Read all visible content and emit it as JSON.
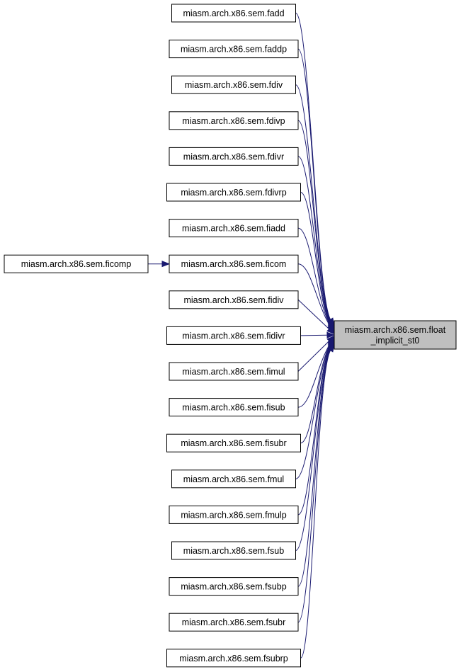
{
  "diagram": {
    "target": {
      "label_line1": "miasm.arch.x86.sem.float",
      "label_line2": "_implicit_st0"
    },
    "callers": [
      "miasm.arch.x86.sem.fadd",
      "miasm.arch.x86.sem.faddp",
      "miasm.arch.x86.sem.fdiv",
      "miasm.arch.x86.sem.fdivp",
      "miasm.arch.x86.sem.fdivr",
      "miasm.arch.x86.sem.fdivrp",
      "miasm.arch.x86.sem.fiadd",
      "miasm.arch.x86.sem.ficom",
      "miasm.arch.x86.sem.fidiv",
      "miasm.arch.x86.sem.fidivr",
      "miasm.arch.x86.sem.fimul",
      "miasm.arch.x86.sem.fisub",
      "miasm.arch.x86.sem.fisubr",
      "miasm.arch.x86.sem.fmul",
      "miasm.arch.x86.sem.fmulp",
      "miasm.arch.x86.sem.fsub",
      "miasm.arch.x86.sem.fsubp",
      "miasm.arch.x86.sem.fsubr",
      "miasm.arch.x86.sem.fsubrp"
    ],
    "secondary": {
      "label": "miasm.arch.x86.sem.ficomp",
      "calls": "miasm.arch.x86.sem.ficom"
    },
    "colors": {
      "edge": "#191970",
      "target_fill": "#bfbfbf",
      "node_fill": "#ffffff",
      "border": "#000000"
    }
  }
}
